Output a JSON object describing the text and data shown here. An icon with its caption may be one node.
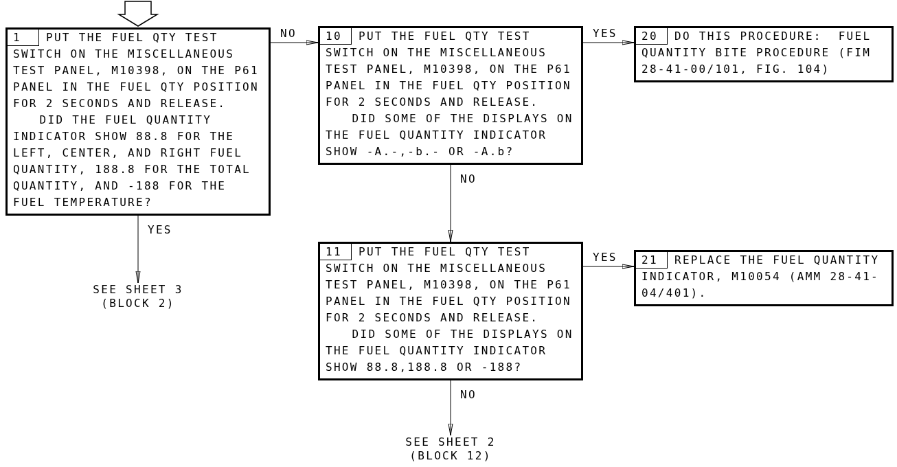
{
  "diagram": {
    "nodes": [
      {
        "text": [
          "1",
          "PUT THE FUEL QTY TEST SWITCH ON THE MISCELLANEOUS TEST PANEL, M10398, ON THE P61 PANEL IN THE FUEL QTY POSITION FOR 2 SECONDS AND RELEASE.",
          "DID THE FUEL QUANTITY INDICATOR SHOW 88.8 FOR THE LEFT, CENTER, AND RIGHT FUEL QUANTITY, 188.8 FOR THE TOTAL QUANTITY, AND -188 FOR THE FUEL TEMPERATURE?"
        ]
      },
      {
        "text": [
          "10",
          "PUT THE FUEL QTY TEST SWITCH ON THE MISCELLANEOUS TEST PANEL, M10398, ON THE P61 PANEL IN THE FUEL QTY POSITION FOR 2 SECONDS AND RELEASE.",
          "DID SOME OF THE DISPLAYS ON THE FUEL QUANTITY INDICATOR SHOW -A.-,-b.- OR -A.b?"
        ]
      },
      {
        "text": [
          "20",
          "DO THIS PROCEDURE:  FUEL QUANTITY BITE PROCEDURE (FIM 28-41-00/101, FIG. 104)"
        ]
      },
      {
        "text": [
          "11",
          "PUT THE FUEL QTY TEST SWITCH ON THE MISCELLANEOUS TEST PANEL, M10398, ON THE P61 PANEL IN THE FUEL QTY POSITION FOR 2 SECONDS AND RELEASE.",
          "DID SOME OF THE DISPLAYS ON THE FUEL QUANTITY INDICATOR SHOW 88.8,188.8 OR -188?"
        ]
      },
      {
        "text": [
          "21",
          "REPLACE THE FUEL QUANTITY INDICATOR, M10054 (AMM 28-41-04/401)."
        ]
      },
      {
        "text": [
          "SEE SHEET 3 (BLOCK 2)"
        ]
      },
      {
        "text": [
          "SEE SHEET 2 (BLOCK 12)"
        ]
      }
    ],
    "edges": [
      {
        "from": null,
        "to": 0,
        "arrow": "to"
      },
      {
        "from": 0,
        "to": 1,
        "arrow": "to",
        "label": "NO"
      },
      {
        "from": 1,
        "to": 2,
        "arrow": "to",
        "label": "YES"
      },
      {
        "from": 0,
        "to": 5,
        "arrow": "to",
        "label": "YES"
      },
      {
        "from": 1,
        "to": 3,
        "arrow": "to",
        "label": "NO"
      },
      {
        "from": 3,
        "to": 4,
        "arrow": "to",
        "label": "YES"
      },
      {
        "from": 3,
        "to": 6,
        "arrow": "to",
        "label": "NO"
      }
    ]
  }
}
